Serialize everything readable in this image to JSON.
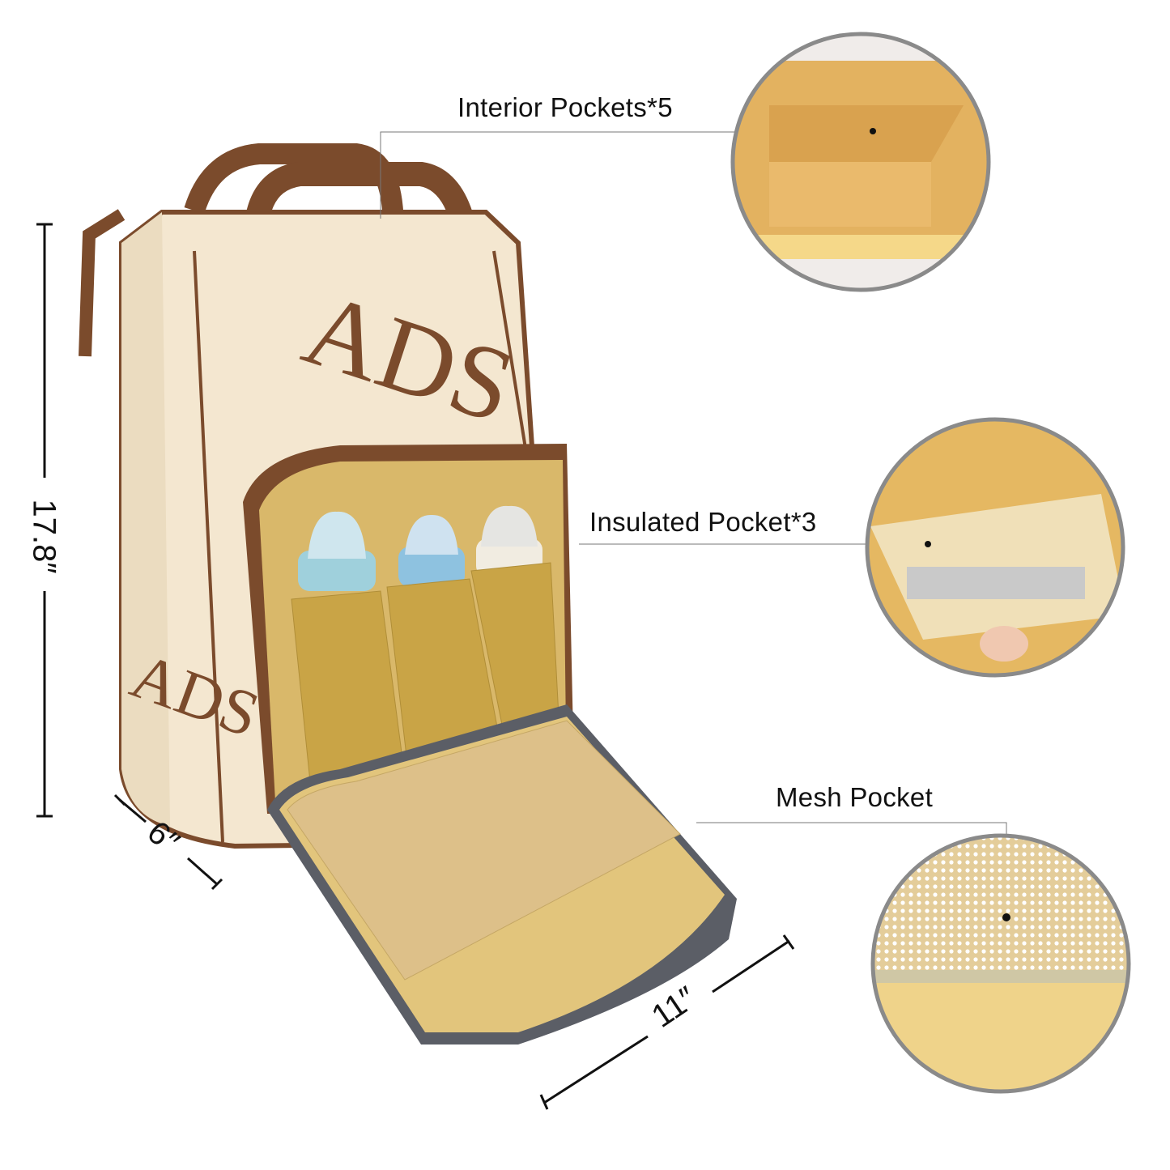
{
  "callouts": {
    "interior": "Interior Pockets*5",
    "insulated": "Insulated Pocket*3",
    "mesh": "Mesh Pocket"
  },
  "dimensions": {
    "height": "17.8″",
    "depth": "6″",
    "width": "11″"
  },
  "logo_text": "ADS",
  "colors": {
    "body": "#f4e7d0",
    "trim": "#7b4b2c",
    "lining": "#d9b86a",
    "circle_border": "#8a8a8a"
  }
}
